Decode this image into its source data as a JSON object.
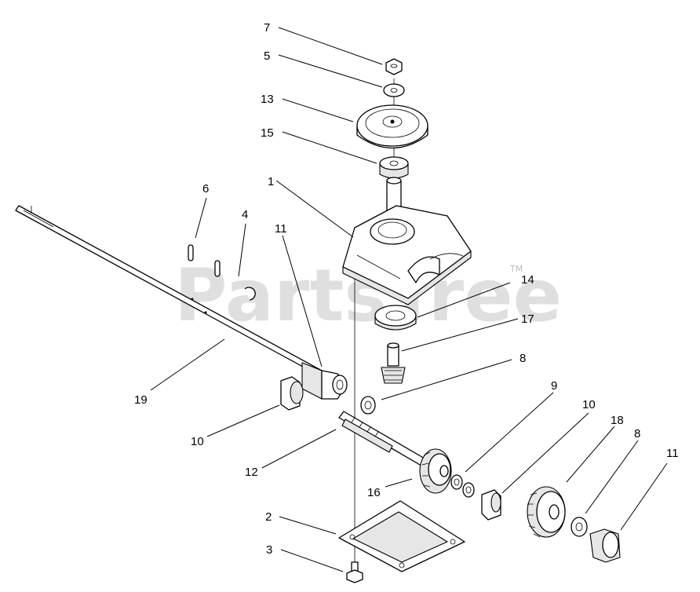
{
  "watermark": {
    "text": "PartsTree",
    "trademark": "TM"
  },
  "callouts": [
    {
      "id": "c7",
      "label": "7"
    },
    {
      "id": "c5",
      "label": "5"
    },
    {
      "id": "c13",
      "label": "13"
    },
    {
      "id": "c15",
      "label": "15"
    },
    {
      "id": "c1",
      "label": "1"
    },
    {
      "id": "c6",
      "label": "6"
    },
    {
      "id": "c4",
      "label": "4"
    },
    {
      "id": "c11a",
      "label": "11"
    },
    {
      "id": "c14",
      "label": "14"
    },
    {
      "id": "c17",
      "label": "17"
    },
    {
      "id": "c8a",
      "label": "8"
    },
    {
      "id": "c19",
      "label": "19"
    },
    {
      "id": "c10a",
      "label": "10"
    },
    {
      "id": "c9",
      "label": "9"
    },
    {
      "id": "c10b",
      "label": "10"
    },
    {
      "id": "c18",
      "label": "18"
    },
    {
      "id": "c8b",
      "label": "8"
    },
    {
      "id": "c11b",
      "label": "11"
    },
    {
      "id": "c12",
      "label": "12"
    },
    {
      "id": "c16",
      "label": "16"
    },
    {
      "id": "c2",
      "label": "2"
    },
    {
      "id": "c3",
      "label": "3"
    }
  ]
}
